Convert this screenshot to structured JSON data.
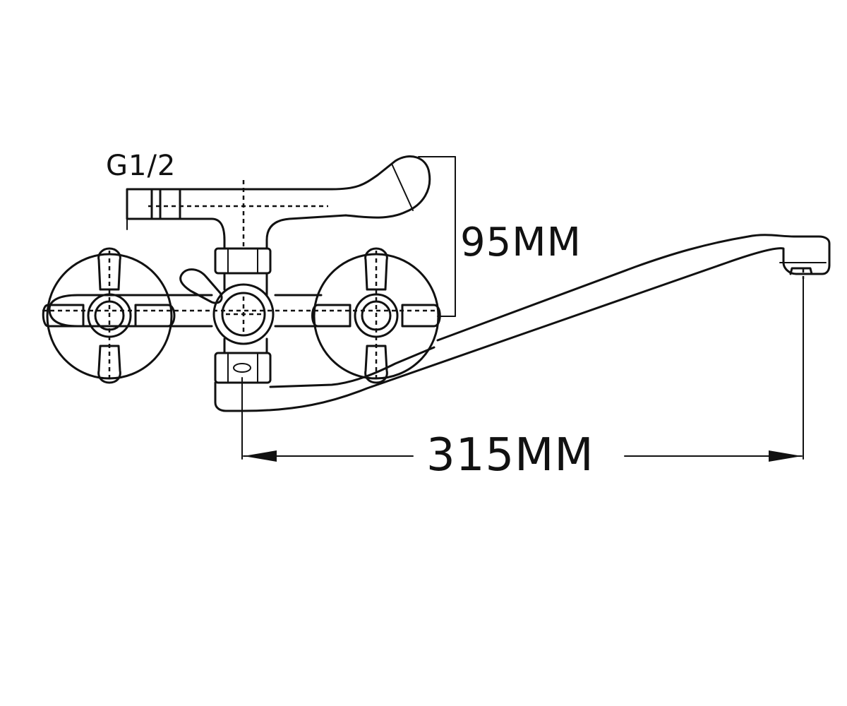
{
  "labels": {
    "thread": "G1/2",
    "height": "95MM",
    "reach": "315MM"
  },
  "colors": {
    "ink": "#111111",
    "background": "#ffffff"
  }
}
